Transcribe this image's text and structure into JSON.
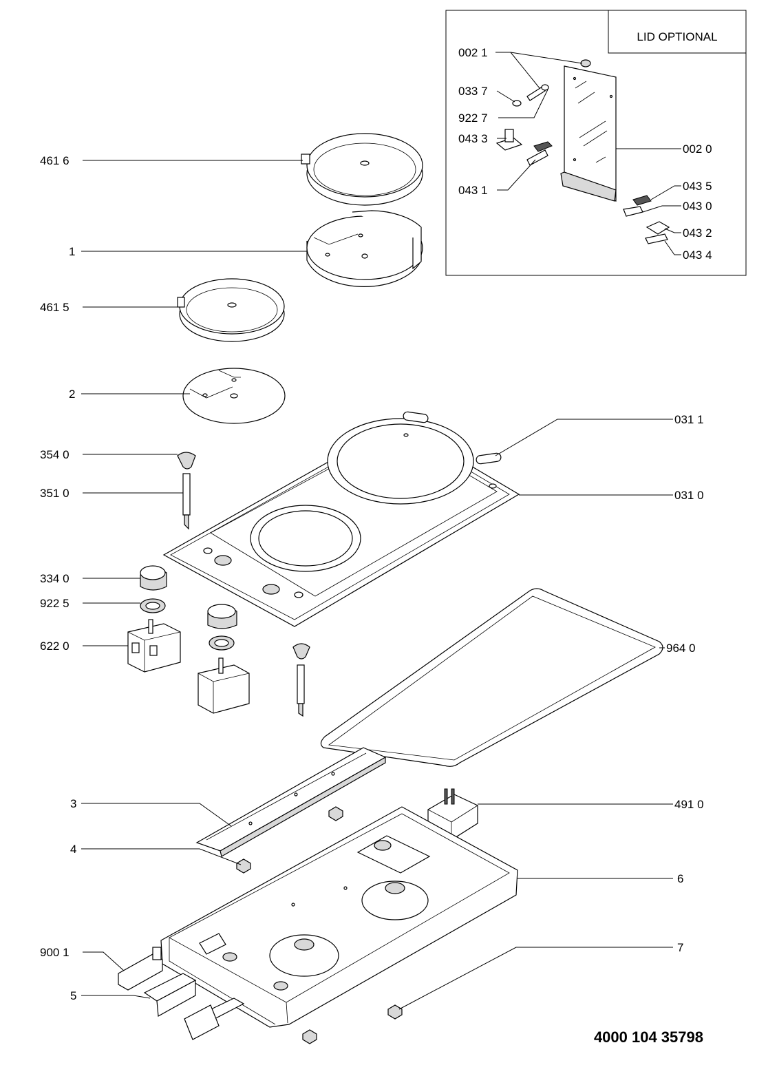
{
  "lid_box": {
    "title": "LID OPTIONAL"
  },
  "labels": {
    "l_461_6": "461 6",
    "l_1": "1",
    "l_461_5": "461 5",
    "l_2": "2",
    "l_354_0": "354 0",
    "l_351_0": "351 0",
    "l_334_0": "334 0",
    "l_922_5": "922 5",
    "l_622_0": "622 0",
    "l_3": "3",
    "l_4": "4",
    "l_900_1": "900 1",
    "l_5": "5",
    "l_031_1": "031 1",
    "l_031_0": "031 0",
    "l_964_0": "964 0",
    "l_491_0": "491 0",
    "l_6": "6",
    "l_7": "7",
    "l_002_1": "002 1",
    "l_033_7": "033 7",
    "l_922_7": "922 7",
    "l_043_3": "043 3",
    "l_043_1": "043 1",
    "l_002_0": "002 0",
    "l_043_5": "043 5",
    "l_043_0": "043 0",
    "l_043_2": "043 2",
    "l_043_4": "043 4"
  },
  "document_number": "4000 104 35798"
}
